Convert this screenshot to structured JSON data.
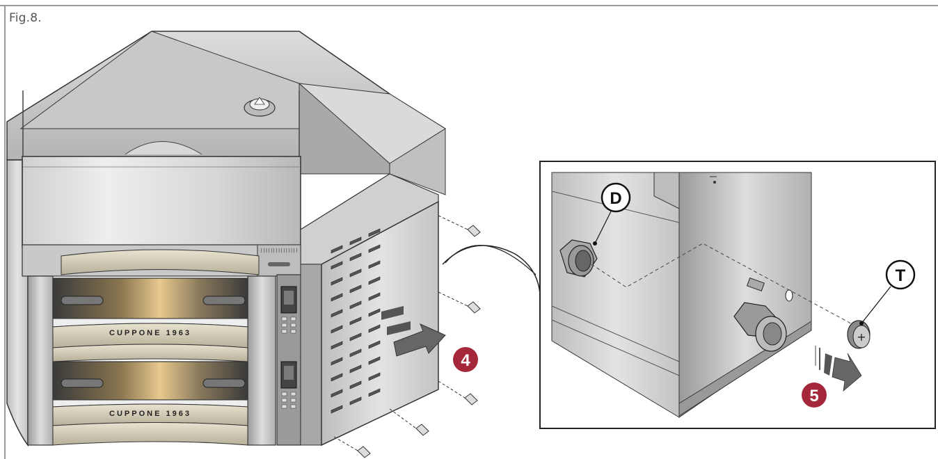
{
  "figure": {
    "label": "Fig.8."
  },
  "oven": {
    "brand_upper": "CUPPONE 1963",
    "brand_lower": "CUPPONE 1963"
  },
  "callouts": {
    "step_4": "4",
    "step_5": "5",
    "part_d": "D",
    "part_t": "T",
    "badge_color": "#a4283a"
  }
}
